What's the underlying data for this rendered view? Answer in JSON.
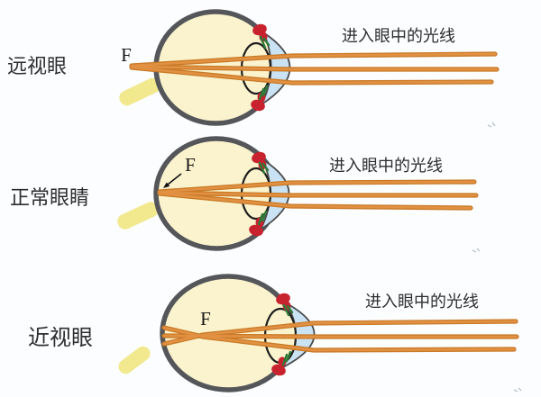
{
  "colors": {
    "background": "#FBFDFF",
    "eyeball_fill": "#FBF3CD",
    "eyeball_outline": "#54565A",
    "light_ray_core": "#DC8630",
    "light_ray_edge": "#C97B28",
    "cornea_fill": "#C9E2F4",
    "ciliary_muscle_red": "#C8222E",
    "ligament_green": "#2F7A38",
    "optic_beam_yellow": "#F2E98E",
    "lens_outline": "#1E1E1E",
    "text": "#2E2E2E"
  },
  "diagrams": [
    {
      "id": "hyperopia",
      "label": "远视眼",
      "focal_point_label": "F",
      "rays_caption": "进入眼中的光线"
    },
    {
      "id": "normal",
      "label": "正常眼睛",
      "focal_point_label": "F",
      "rays_caption": "进入眼中的光线"
    },
    {
      "id": "myopia",
      "label": "近视眼",
      "focal_point_label": "F",
      "rays_caption": "进入眼中的光线"
    }
  ]
}
